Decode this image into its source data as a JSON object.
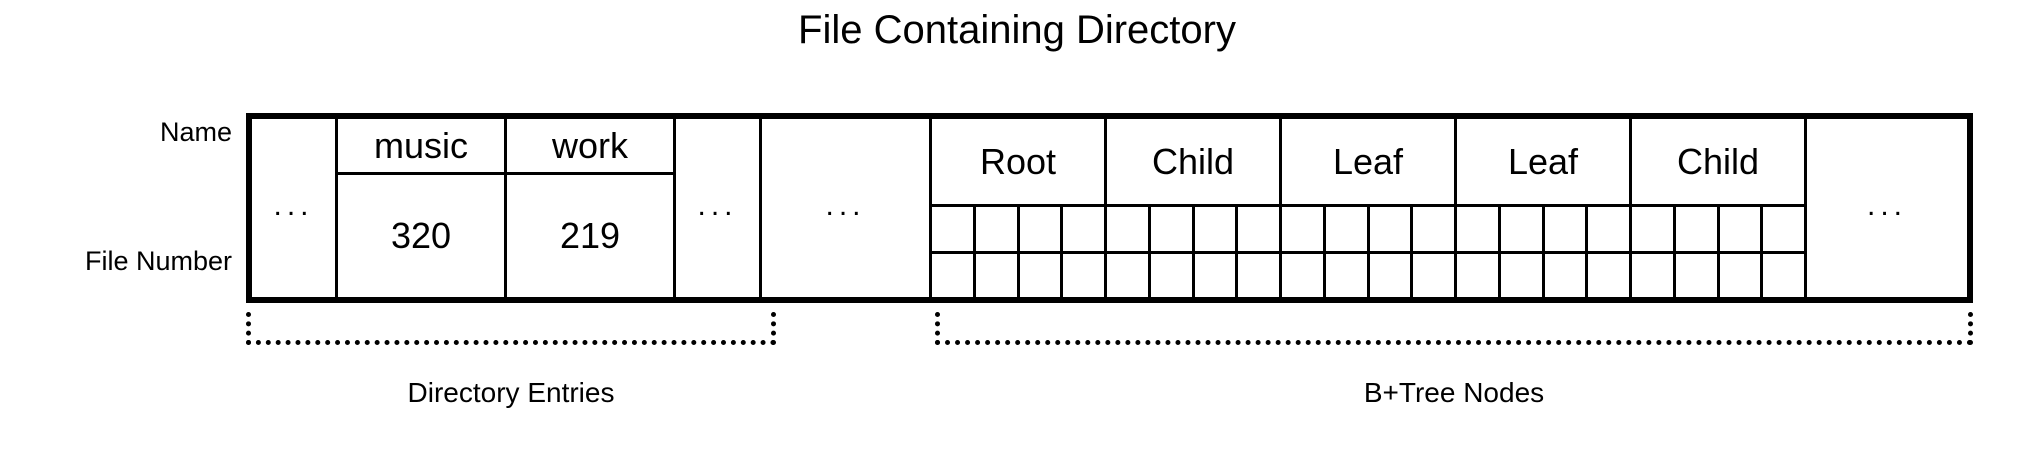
{
  "title": "File Containing Directory",
  "row_labels": {
    "name": "Name",
    "file_number": "File Number"
  },
  "ellipsis": "...",
  "table": {
    "leading_ellipsis": "...",
    "directory_entries": [
      {
        "name": "music",
        "file_number": "320"
      },
      {
        "name": "work",
        "file_number": "219"
      }
    ],
    "middle_ellipsis": [
      "...",
      "..."
    ],
    "btree_nodes": [
      {
        "label": "Root"
      },
      {
        "label": "Child"
      },
      {
        "label": "Leaf"
      },
      {
        "label": "Leaf"
      },
      {
        "label": "Child"
      }
    ],
    "btree_node_subgrid": {
      "rows": 2,
      "cols": 4
    },
    "trailing_ellipsis": "..."
  },
  "brackets": {
    "directory_entries_caption": "Directory Entries",
    "btree_nodes_caption": "B+Tree Nodes"
  },
  "colors": {
    "line": "#000000",
    "background": "#ffffff",
    "text": "#000000"
  }
}
